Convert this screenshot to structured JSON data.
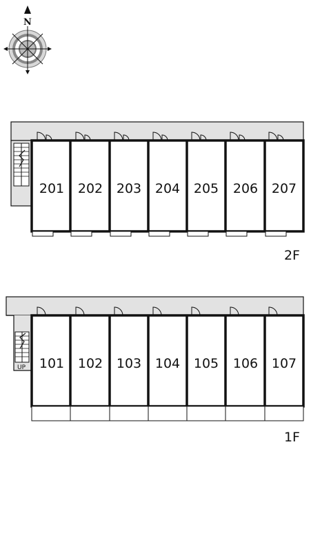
{
  "compass": {
    "north_label": "N",
    "icon": "compass-rose-icon"
  },
  "floors": [
    {
      "id": "2F",
      "label": "2F",
      "rooms": [
        "201",
        "202",
        "203",
        "204",
        "205",
        "206",
        "207"
      ]
    },
    {
      "id": "1F",
      "label": "1F",
      "stair_label": "UP",
      "rooms": [
        "101",
        "102",
        "103",
        "104",
        "105",
        "106",
        "107"
      ]
    }
  ],
  "colors": {
    "corridor": "#e2e2e2",
    "wall": "#111111",
    "background": "#ffffff"
  }
}
